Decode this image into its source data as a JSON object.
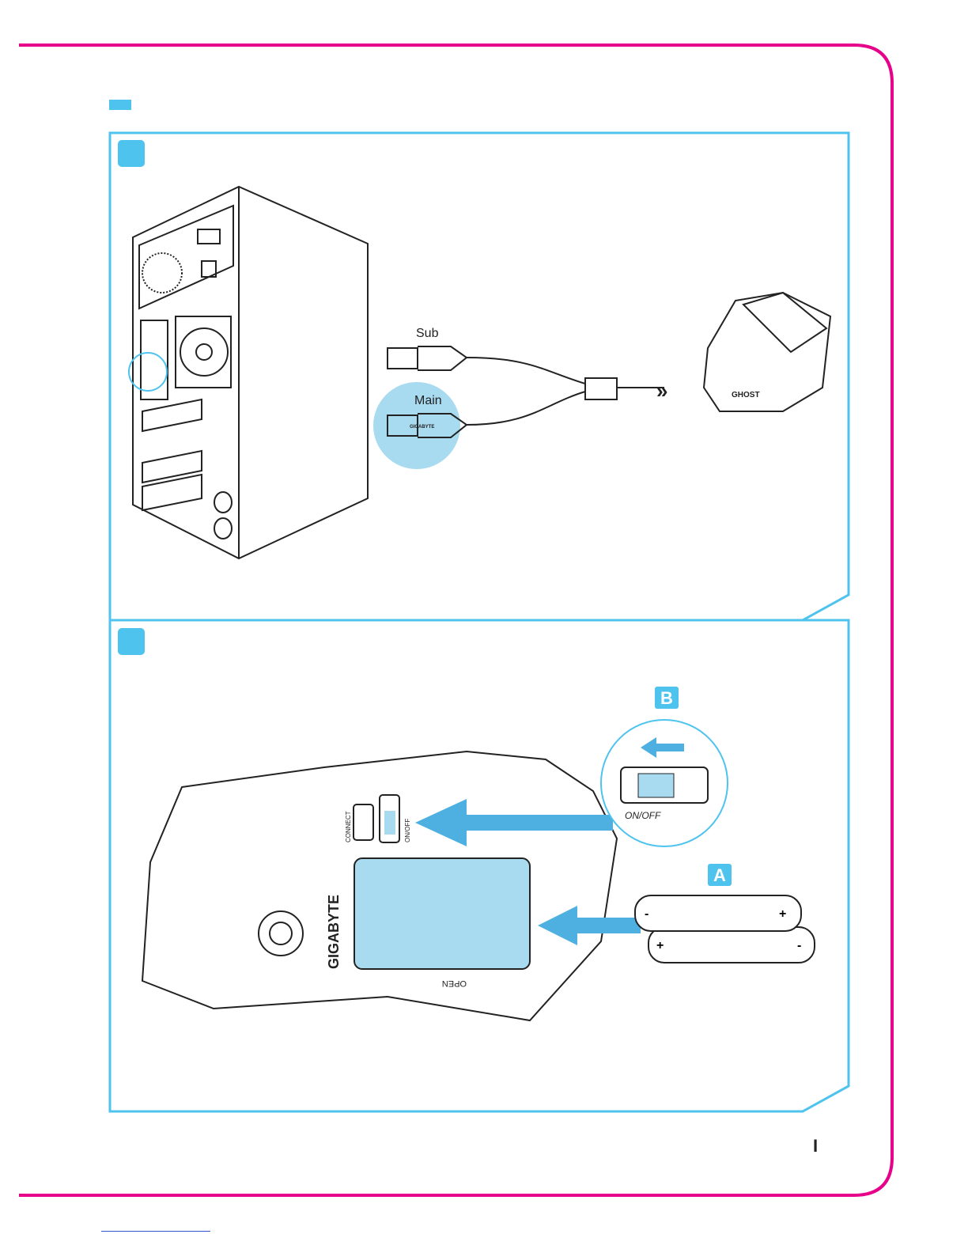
{
  "colors": {
    "frame": "#e6008a",
    "accent": "#4dc3ee",
    "fill": "#a8daf0"
  },
  "panel1": {
    "cable": {
      "sub_label": "Sub",
      "main_label": "Main",
      "plug_logo": "GIGABYTE",
      "receiver_logo": "GHOST"
    }
  },
  "panel2": {
    "mouse": {
      "brand": "GIGABYTE",
      "connect_label": "CONNECT",
      "switch_label": "ON/OFF",
      "cover_label": "OPEN"
    },
    "callout_b": {
      "letter": "B",
      "switch_label": "ON/OFF"
    },
    "callout_a": {
      "letter": "A",
      "minus": "-",
      "plus": "+"
    }
  },
  "footer": {
    "page_number": "I"
  }
}
